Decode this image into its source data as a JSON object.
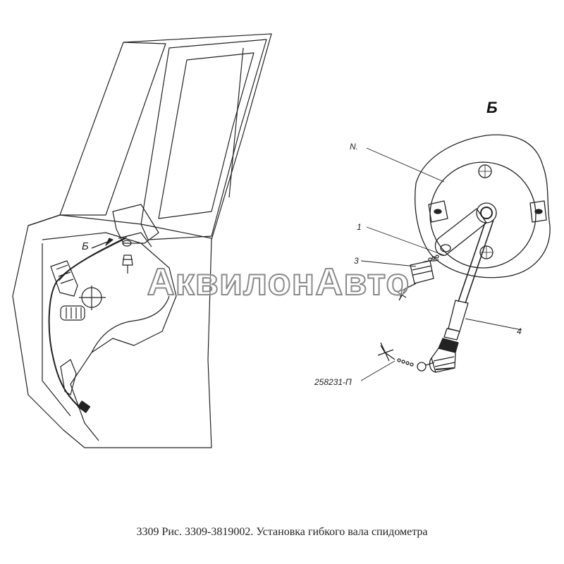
{
  "view_letter": "Б",
  "labels": {
    "view_arrow": "Б",
    "n": "N.",
    "one": "1",
    "three": "3",
    "four": "4",
    "part_number": "258231-П"
  },
  "watermark": "АквилонАвто",
  "caption": "3309 Рис. 3309-3819002. Установка гибкого вала спидометра",
  "colors": {
    "line": "#222222",
    "watermark_stroke": "#8a8a8a"
  }
}
